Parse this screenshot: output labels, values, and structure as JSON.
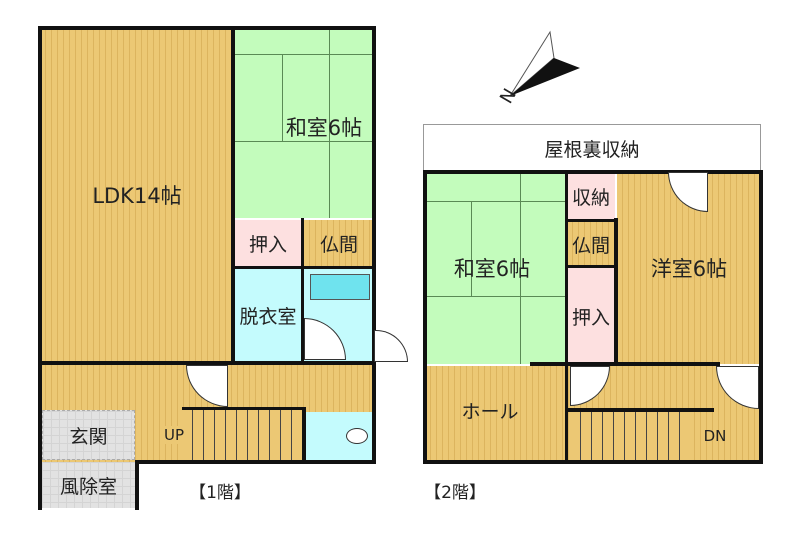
{
  "floor1": {
    "title": "【1階】",
    "ldk": "LDK14帖",
    "washitsu": "和室6帖",
    "oshiire": "押入",
    "butsuma": "仏間",
    "datsuishitsu": "脱衣室",
    "genkan": "玄関",
    "fujoshitsu": "風除室",
    "stairs": "UP"
  },
  "floor2": {
    "title": "【2階】",
    "attic": "屋根裏収納",
    "washitsu": "和室6帖",
    "shuno": "収納",
    "butsuma": "仏間",
    "oshiire": "押入",
    "yoshitsu": "洋室6帖",
    "hall": "ホール",
    "stairs": "DN"
  },
  "compass": {
    "label": "N"
  }
}
